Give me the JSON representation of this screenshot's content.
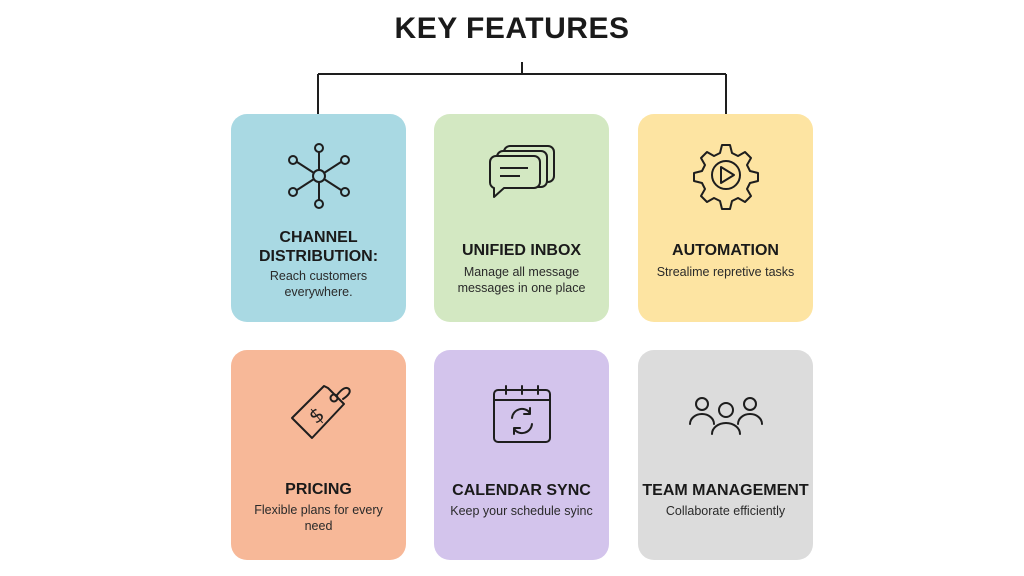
{
  "title": "KEY FEATURES",
  "colors": {
    "channel": "#a9d9e3",
    "inbox": "#d3e8c2",
    "automation": "#fde4a2",
    "pricing": "#f7b898",
    "calendar": "#d3c4ec",
    "team": "#dcdcdc",
    "stroke": "#1e1e1e"
  },
  "cards": [
    {
      "label": "CHANNEL DISTRIBUTION:",
      "desc": "Reach customers everywhere.",
      "icon": "network-hub-icon"
    },
    {
      "label": "UNIFIED INBOX",
      "desc": "Manage all message messages in one place",
      "icon": "chat-bubbles-icon"
    },
    {
      "label": "AUTOMATION",
      "desc": "Strealime repretive tasks",
      "icon": "gear-play-icon"
    },
    {
      "label": "PRICING",
      "desc": "Flexible plans for every need",
      "icon": "price-tag-icon"
    },
    {
      "label": "CALENDAR SYNC",
      "desc": "Keep your schedule syinc",
      "icon": "calendar-sync-icon"
    },
    {
      "label": "TEAM MANAGEMENT",
      "desc": "Collaborate efficiently",
      "icon": "team-icon"
    }
  ]
}
